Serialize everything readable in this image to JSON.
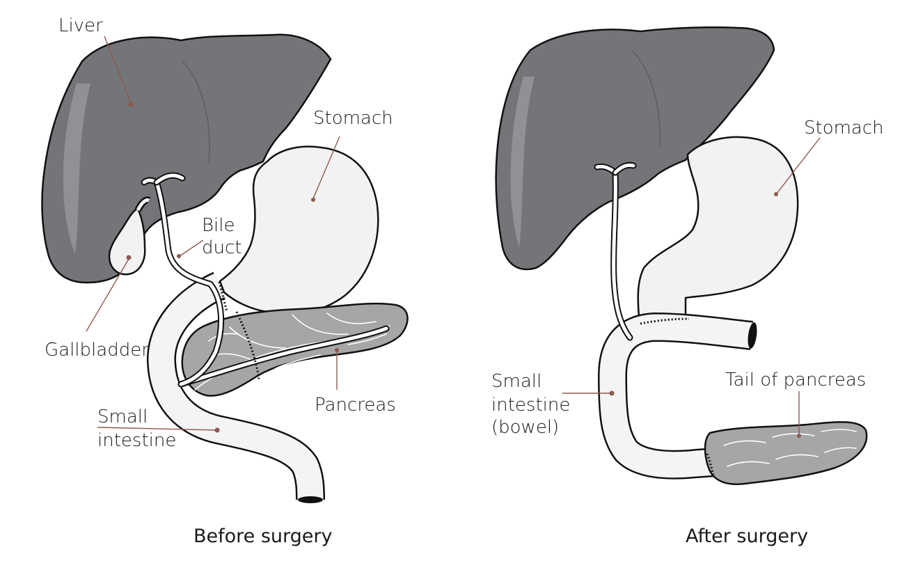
{
  "panels": {
    "before": {
      "caption": "Before surgery",
      "labels": {
        "liver": "Liver",
        "stomach": "Stomach",
        "bile_duct_line1": "Bile",
        "bile_duct_line2": "duct",
        "gallbladder": "Gallbladder",
        "pancreas": "Pancreas",
        "small_intestine_line1": "Small",
        "small_intestine_line2": "intestine"
      }
    },
    "after": {
      "caption": "After surgery",
      "labels": {
        "stomach": "Stomach",
        "small_intestine_line1": "Small",
        "small_intestine_line2": "intestine",
        "small_intestine_line3": "(bowel)",
        "tail_of_pancreas": "Tail of pancreas"
      }
    }
  },
  "colors": {
    "liver": "#747578",
    "pancreas": "#a6a6a8",
    "light_organ": "#f2f2f2",
    "leader_line": "#8c5a4e",
    "outline": "#111111"
  }
}
